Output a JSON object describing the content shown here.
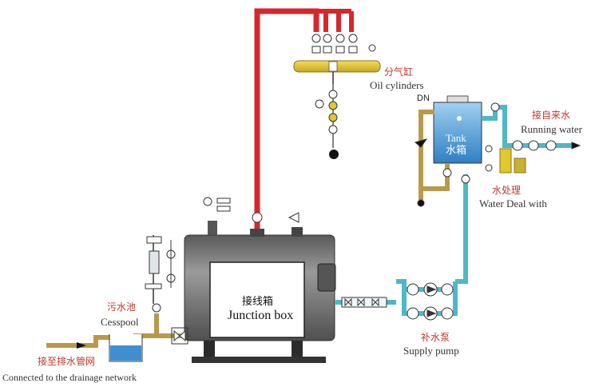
{
  "labels": {
    "cylinders_cn": "分气缸",
    "cylinders_en": "Oil cylinders",
    "running_water_cn": "接自来水",
    "running_water_en": "Running water",
    "water_deal_cn": "水处理",
    "water_deal_en": "Water Deal with",
    "tank_en": "Tank",
    "tank_cn": "水箱",
    "dn": "DN",
    "junction_cn": "接线箱",
    "junction_en": "Junction box",
    "cesspool_cn": "污水池",
    "cesspool_en": "Cesspool",
    "drain_cn": "接至排水管网",
    "drain_en": "Connected to the drainage network",
    "pump_cn": "补水泵",
    "pump_en": "Supply pump"
  },
  "colors": {
    "steam_pipe": "#d9262b",
    "water_pipe": "#4db8c9",
    "drain_pipe": "#b99a4a",
    "header": "#e3c72f",
    "boiler": "#6f6f6f",
    "tank_water": "#3f8fd0"
  }
}
